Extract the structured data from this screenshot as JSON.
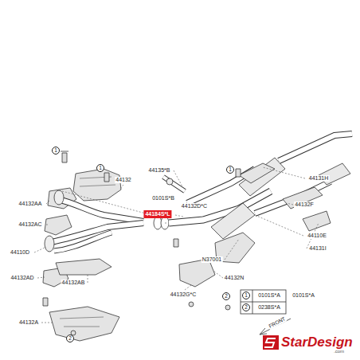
{
  "diagram": {
    "labels": [
      "1",
      "1",
      "1",
      "44135*B",
      "44131H",
      "44132",
      "44132AA",
      "0101S*B",
      "44132D*C",
      "44132F",
      "44184S*L",
      "44132AC",
      "44110E",
      "44131I",
      "44110D",
      "N37001",
      "44132N",
      "44132AD",
      "44132AB",
      "44132G*C",
      "2",
      "1",
      "0101S*A",
      "0101S*A",
      "2",
      "0238S*A",
      "44132A",
      "FRONT",
      "2",
      "StarDesign",
      ".com"
    ]
  }
}
